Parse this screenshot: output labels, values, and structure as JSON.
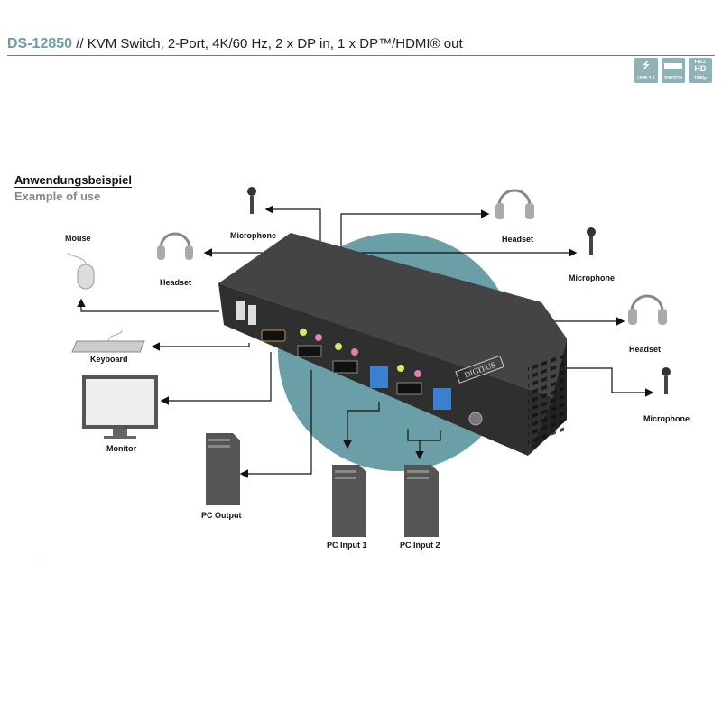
{
  "header": {
    "code": "DS-12850",
    "separator": "//",
    "description": "KVM Switch, 2-Port, 4K/60 Hz, 2 x DP in, 1 x DP™/HDMI® out"
  },
  "badges": [
    {
      "icon": "usb-icon",
      "label": "USB 3.0"
    },
    {
      "icon": "switch-icon",
      "label": "SWITCH"
    },
    {
      "top": "FULL",
      "main": "HD",
      "label": "1080p"
    }
  ],
  "section": {
    "title_de": "Anwendungsbeispiel",
    "title_en": "Example of use"
  },
  "labels": {
    "mouse": "Mouse",
    "keyboard": "Keyboard",
    "monitor": "Monitor",
    "pc_output": "PC Output",
    "pc_input_1": "PC Input 1",
    "pc_input_2": "PC Input 2",
    "headset_left": "Headset",
    "microphone_top": "Microphone",
    "headset_top": "Headset",
    "microphone_right": "Microphone",
    "headset_right": "Headset",
    "microphone_bottom": "Microphone"
  },
  "device": {
    "brand": "DIGITUS"
  },
  "colors": {
    "accent": "#6e9ca5",
    "circle": "#6a9fa8",
    "device": "#3a3a3a",
    "port_blue": "#3b7fd0",
    "audio_green": "#d8e86a",
    "audio_pink": "#e07fb0"
  }
}
